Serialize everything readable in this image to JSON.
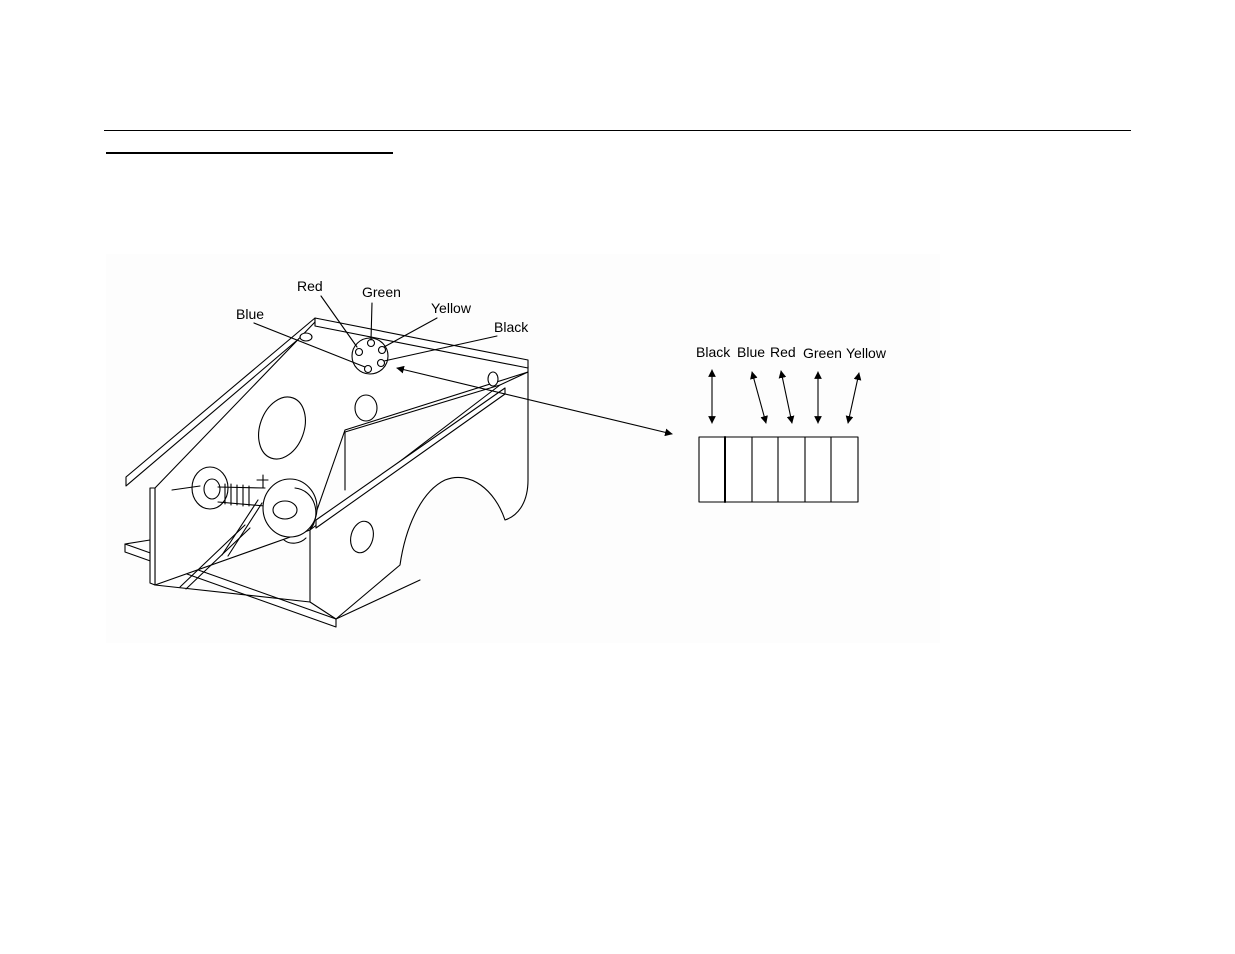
{
  "diagram": {
    "callouts": {
      "red": "Red",
      "green": "Green",
      "yellow": "Yellow",
      "blue": "Blue",
      "black": "Black"
    },
    "connector_labels": [
      "Black",
      "Blue",
      "Red",
      "Green",
      "Yellow"
    ]
  }
}
